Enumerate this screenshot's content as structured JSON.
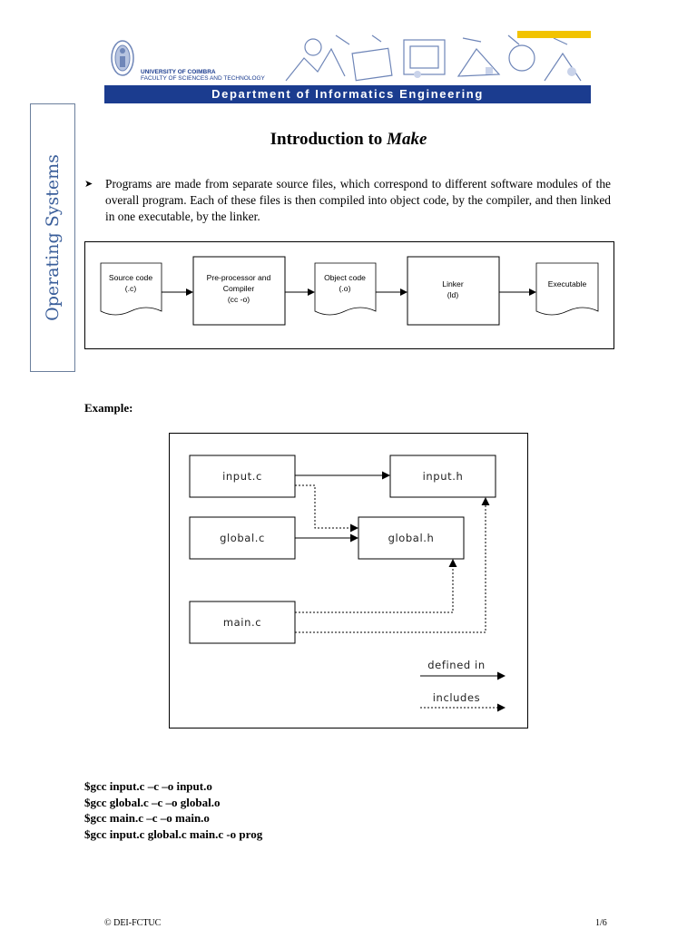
{
  "header": {
    "university_line1": "UNIVERSITY OF COIMBRA",
    "university_line2": "FACULTY OF SCIENCES AND TECHNOLOGY",
    "department": "Department of Informatics Engineering",
    "colors": {
      "blue": "#1b3c8f",
      "yellow": "#f2c300"
    }
  },
  "side_tab": {
    "label": "Operating Systems",
    "color": "#3a5e9a"
  },
  "title": {
    "prefix": "Introduction to ",
    "emphasis": "Make"
  },
  "intro_paragraph": "Programs are made from separate source files, which correspond to different software modules of the overall program. Each of these files is then compiled into object code, by the compiler, and then linked in one executable, by the linker.",
  "flow": {
    "source_code": [
      "Source code",
      "(.c)"
    ],
    "preprocessor": [
      "Pre-processor and",
      "Compiler",
      "(cc -o)"
    ],
    "object_code": [
      "Object code",
      "(.o)"
    ],
    "linker": [
      "Linker",
      "(ld)"
    ],
    "executable": [
      "Executable"
    ]
  },
  "example_label": "Example:",
  "diagram": {
    "input_c": "input.c",
    "input_h": "input.h",
    "global_c": "global.c",
    "global_h": "global.h",
    "main_c": "main.c",
    "legend_defined": "defined in",
    "legend_includes": "includes"
  },
  "commands": [
    "$gcc input.c –c –o input.o",
    "$gcc global.c –c –o global.o",
    "$gcc main.c –c –o main.o",
    "$gcc input.c global.c main.c -o prog"
  ],
  "footer": {
    "left": "© DEI-FCTUC",
    "right": "1/6"
  }
}
